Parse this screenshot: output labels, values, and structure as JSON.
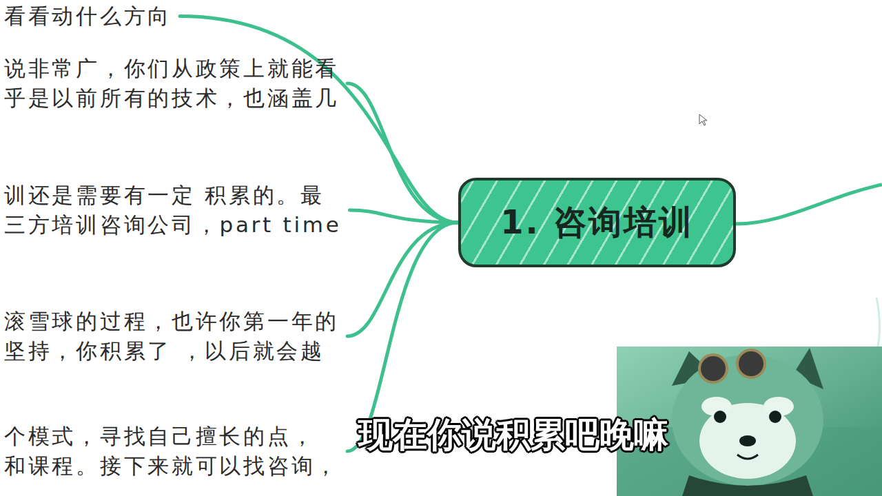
{
  "diagram": {
    "nodes": [
      {
        "text": [
          "1. 咨询培训"
        ]
      },
      {
        "text": [
          "看看动什么方向"
        ]
      },
      {
        "text": [
          "说非常广，你们从政策上就能看 乎是以前所有的技术，也涵盖几"
        ]
      },
      {
        "text": [
          "训还是需要有一定 积累的。最 三方培训咨询公司，part time"
        ]
      },
      {
        "text": [
          "滚雪球的过程，也许你第一年的 坚持，你积累了 ，以后就会越"
        ]
      },
      {
        "text": [
          "个模式，寻找自己擅长的点， 和课程。接下来就可以找咨询，"
        ]
      }
    ],
    "edges": [
      {
        "from": 0,
        "to": 1,
        "arrow": "none"
      },
      {
        "from": 0,
        "to": 2,
        "arrow": "none"
      },
      {
        "from": 0,
        "to": 3,
        "arrow": "none"
      },
      {
        "from": 0,
        "to": 4,
        "arrow": "none"
      },
      {
        "from": 0,
        "to": 5,
        "arrow": "none"
      }
    ],
    "labels": [
      "现在你说积累吧晚嘛"
    ]
  }
}
